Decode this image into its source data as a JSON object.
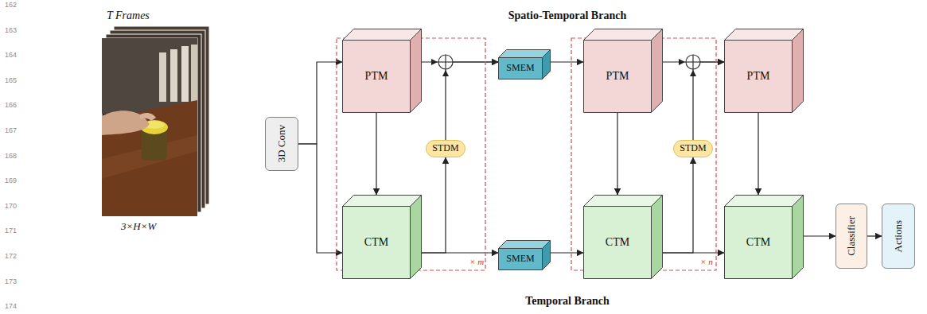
{
  "diagram": {
    "nodes": [
      {
        "text": [
          "3D Conv"
        ]
      },
      {
        "text": [
          "Spatio-Temporal Branch"
        ]
      },
      {
        "text": [
          "PTM"
        ],
        "in": 1
      },
      {
        "text": [
          "SMEM"
        ],
        "in": 1
      },
      {
        "text": [
          "PTM"
        ],
        "in": 1
      },
      {
        "text": [
          "PTM"
        ],
        "in": 1
      },
      {
        "text": [
          "STDM"
        ]
      },
      {
        "text": [
          "STDM"
        ]
      },
      {
        "text": [
          "Temporal Branch"
        ]
      },
      {
        "text": [
          "CTM"
        ],
        "in": 8
      },
      {
        "text": [
          "SMEM"
        ],
        "in": 8
      },
      {
        "text": [
          "CTM"
        ],
        "in": 8
      },
      {
        "text": [
          "CTM"
        ],
        "in": 8
      },
      {
        "text": [
          "Classifier"
        ]
      },
      {
        "text": [
          "Actions"
        ]
      }
    ],
    "edges": [
      {
        "from": 0,
        "to": 2,
        "arrow": "to"
      },
      {
        "from": 0,
        "to": 9,
        "arrow": "to"
      },
      {
        "from": 2,
        "to": 3,
        "arrow": "to"
      },
      {
        "from": 6,
        "to": 3,
        "arrow": "to"
      },
      {
        "from": 2,
        "to": 9,
        "arrow": "to"
      },
      {
        "from": 9,
        "to": 6,
        "arrow": "to"
      },
      {
        "from": 9,
        "to": 10,
        "arrow": "to"
      },
      {
        "from": 3,
        "to": 4,
        "arrow": "to"
      },
      {
        "from": 10,
        "to": 11,
        "arrow": "to"
      },
      {
        "from": 4,
        "to": 11,
        "arrow": "to"
      },
      {
        "from": 11,
        "to": 7,
        "arrow": "to"
      },
      {
        "from": 11,
        "to": 12,
        "arrow": "to"
      },
      {
        "from": 4,
        "to": 5,
        "arrow": "to"
      },
      {
        "from": 7,
        "to": 5,
        "arrow": "to"
      },
      {
        "from": 5,
        "to": 12,
        "arrow": "to"
      },
      {
        "from": 12,
        "to": 13,
        "arrow": "to"
      },
      {
        "from": 13,
        "to": 14,
        "arrow": "to"
      }
    ],
    "labels": [
      "162",
      "163",
      "164",
      "165",
      "166",
      "167",
      "168",
      "169",
      "170",
      "171",
      "172",
      "173",
      "174",
      "T Frames",
      "3×H×W",
      "× m",
      "× n"
    ]
  }
}
